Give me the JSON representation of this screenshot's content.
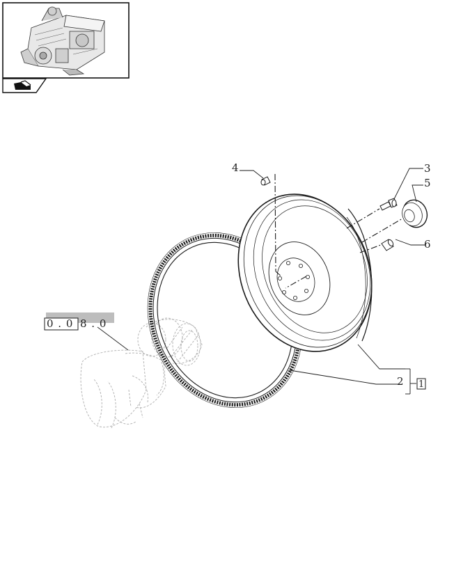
{
  "callouts": {
    "c2": "2",
    "c3": "3",
    "c4": "4",
    "c5": "5",
    "c6": "6"
  },
  "kit_box": "1",
  "section_ref": {
    "boxed": "0 . 0",
    "tail": "8 . 0"
  },
  "colors": {
    "line": "#1a1a1a",
    "ghost": "#b5b5b5",
    "ref_highlight": "#bdbdbd"
  },
  "icons": {
    "thumbnail": "engine-thumbnail-icon",
    "nav": "page-turn-arrow-icon"
  }
}
